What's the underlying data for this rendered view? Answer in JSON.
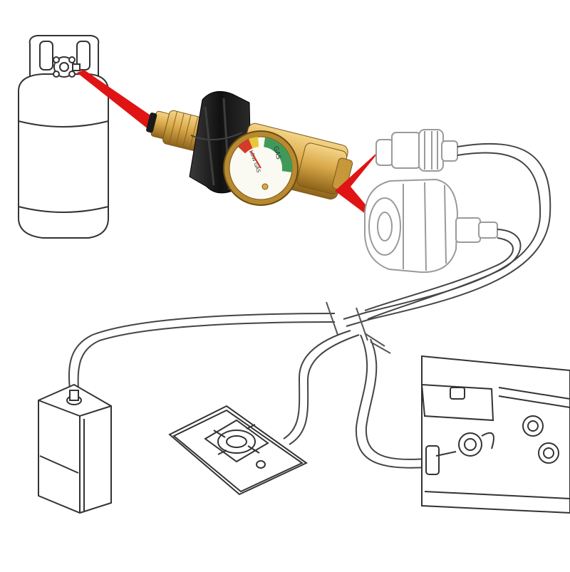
{
  "gauge": {
    "label_gas": "GAS",
    "label_low_gas": "LOW GAS",
    "colors": {
      "full": "#3f9a5a",
      "low": "#e8c83a",
      "empty": "#d33a2a"
    }
  },
  "colors": {
    "brass": "#d9a94a",
    "brass_dark": "#9a6f1e",
    "knob": "#1c1c1c",
    "pointer": "#e01414",
    "line": "#333333",
    "faint_line": "#9a9a9a"
  },
  "components": [
    "propane-tank",
    "gauge-adapter",
    "hose-connector",
    "heater",
    "stove-burner",
    "grill"
  ]
}
